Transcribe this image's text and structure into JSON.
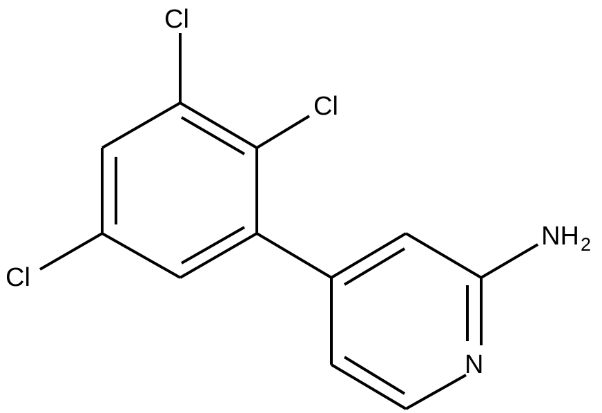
{
  "molecule": {
    "atoms": {
      "cl_top": "Cl",
      "cl_mid": "Cl",
      "cl_left": "Cl",
      "amine_main": "NH",
      "amine_sub": "2",
      "ring_nitrogen": "N"
    }
  }
}
